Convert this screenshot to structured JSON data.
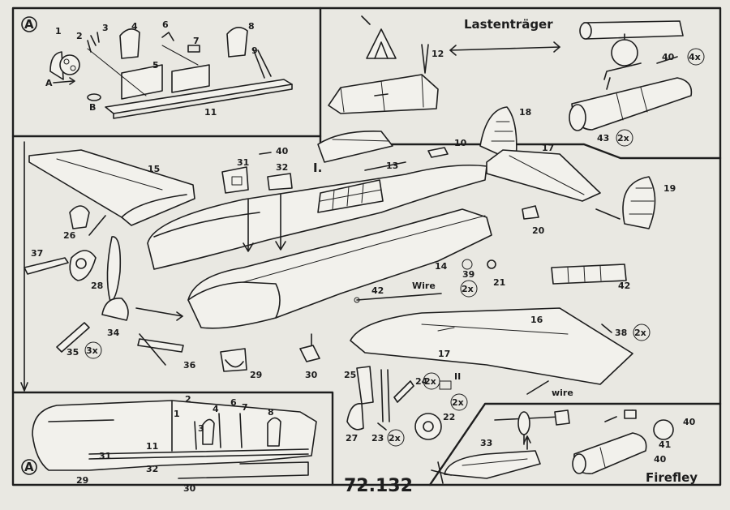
{
  "sheet": {
    "kit_number": "72.132",
    "titles": {
      "underwing_carrier": "Lastenträger",
      "variant": "Firefley"
    },
    "view_markers": {
      "a_top": "A",
      "a_arrow": "A",
      "a_bottom": "A",
      "roman_one": "I.",
      "roman_two": "II"
    },
    "annotations": {
      "wire_center": "Wire",
      "wire_right": "wire"
    },
    "quantities": {
      "q40": "4x",
      "q43": "2x",
      "q39": "2x",
      "q35": "3x",
      "q38": "2x",
      "q24": "2x",
      "q22": "2x",
      "q23": "2x"
    },
    "parts": {
      "p1": "1",
      "p2": "2",
      "p3": "3",
      "p4": "4",
      "p5": "5",
      "p6": "6",
      "p7": "7",
      "p8": "8",
      "p9": "9",
      "p11": "11",
      "pB": "B",
      "p12": "12",
      "p40a": "40",
      "p43": "43",
      "p10": "10",
      "p13": "13",
      "p15": "15",
      "p17": "17",
      "p18": "18",
      "p19": "19",
      "p20": "20",
      "p31": "31",
      "p40b": "40",
      "p32": "32",
      "p26": "26",
      "p37": "37",
      "p28": "28",
      "p34": "34",
      "p35": "35",
      "p36": "36",
      "p29": "29",
      "p30": "30",
      "p14": "14",
      "p39": "39",
      "p21": "21",
      "p42a": "42",
      "p42b": "42",
      "p16": "16",
      "p38": "38",
      "p25": "25",
      "p24": "24",
      "p22": "22",
      "p27": "27",
      "p23": "23",
      "pb2": "2",
      "pb1": "1",
      "pb4": "4",
      "pb6": "6",
      "pb7": "7",
      "pb8": "8",
      "pb3": "3",
      "pb31": "31",
      "pb11": "11",
      "pb32": "32",
      "pb29": "29",
      "pb30": "30",
      "p33": "33",
      "p41": "41",
      "p40c": "40",
      "p40d": "40"
    }
  }
}
